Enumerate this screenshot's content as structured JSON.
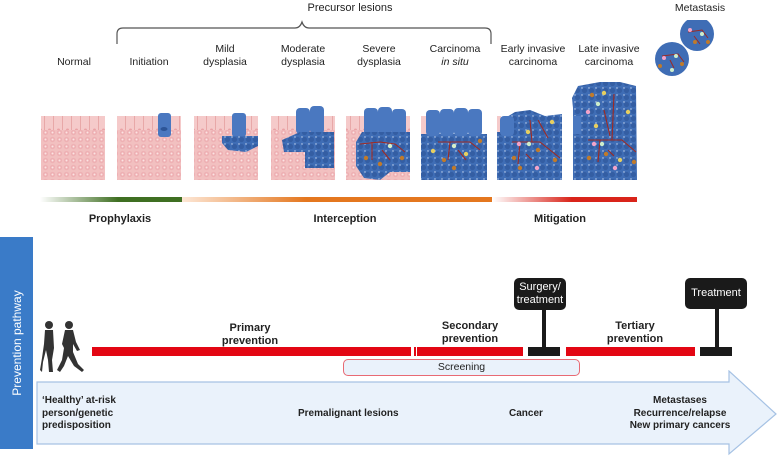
{
  "header": {
    "precursor_label": "Precursor lesions",
    "metastasis_label": "Metastasis"
  },
  "stages": [
    {
      "line1": "",
      "line2": "Normal"
    },
    {
      "line1": "",
      "line2": "Initiation"
    },
    {
      "line1": "Mild",
      "line2": "dysplasia"
    },
    {
      "line1": "Moderate",
      "line2": "dysplasia"
    },
    {
      "line1": "Severe",
      "line2": "dysplasia"
    },
    {
      "line1": "Carcinoma",
      "line2": "in situ"
    },
    {
      "line1": "Early invasive",
      "line2": "carcinoma"
    },
    {
      "line1": "Late invasive",
      "line2": "carcinoma"
    }
  ],
  "phases": {
    "prophylaxis": "Prophylaxis",
    "interception": "Interception",
    "mitigation": "Mitigation"
  },
  "colors": {
    "prophylaxis": "#3f6f22",
    "interception": "#e4771f",
    "mitigation": "#d9241a",
    "pathway_panel": "#3a7bc8",
    "prevention_bar": "#e30613",
    "normal_tissue": "#f2c4c4",
    "tumour_cell": "#3f6db5"
  },
  "pathway": {
    "side_label": "Prevention pathway",
    "primary": {
      "line1": "Primary",
      "line2": "prevention"
    },
    "secondary": {
      "line1": "Secondary",
      "line2": "prevention"
    },
    "tertiary": {
      "line1": "Tertiary",
      "line2": "prevention"
    },
    "sign_surgery": {
      "line1": "Surgery/",
      "line2": "treatment"
    },
    "sign_treatment": "Treatment",
    "screening": "Screening"
  },
  "arrow": {
    "healthy": [
      "‘Healthy’ at-risk",
      "person/genetic",
      "predisposition"
    ],
    "premalignant": "Premalignant lesions",
    "cancer": "Cancer",
    "late": [
      "Metastases",
      "Recurrence/relapse",
      "New primary cancers"
    ]
  }
}
